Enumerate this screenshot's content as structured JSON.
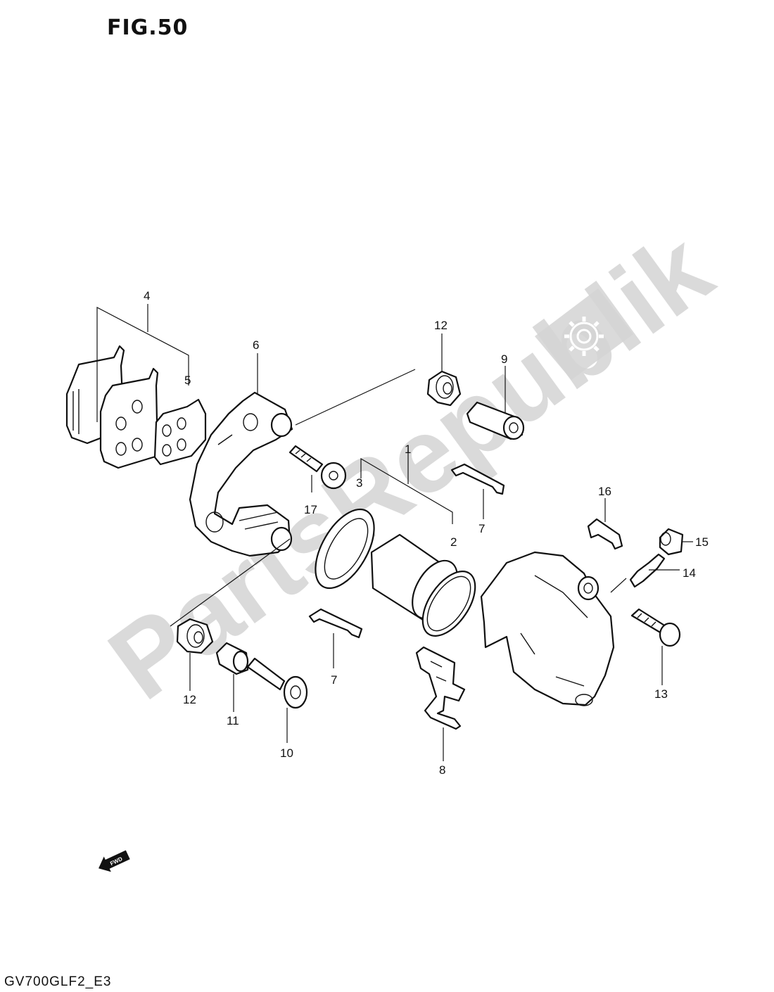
{
  "figure": {
    "title": "FIG.50",
    "model_code": "GV700GLF2_E3",
    "watermark_text": "PartsRepublik",
    "fwd_label": "FWD",
    "callouts": [
      "1",
      "2",
      "3",
      "4",
      "5",
      "6",
      "7",
      "7",
      "8",
      "9",
      "10",
      "11",
      "12",
      "12",
      "13",
      "14",
      "15",
      "16",
      "17"
    ],
    "colors": {
      "ink": "#111111",
      "watermark": "#d4d4d4"
    },
    "icons": [
      "gear-icon",
      "fwd-arrow-icon"
    ]
  }
}
